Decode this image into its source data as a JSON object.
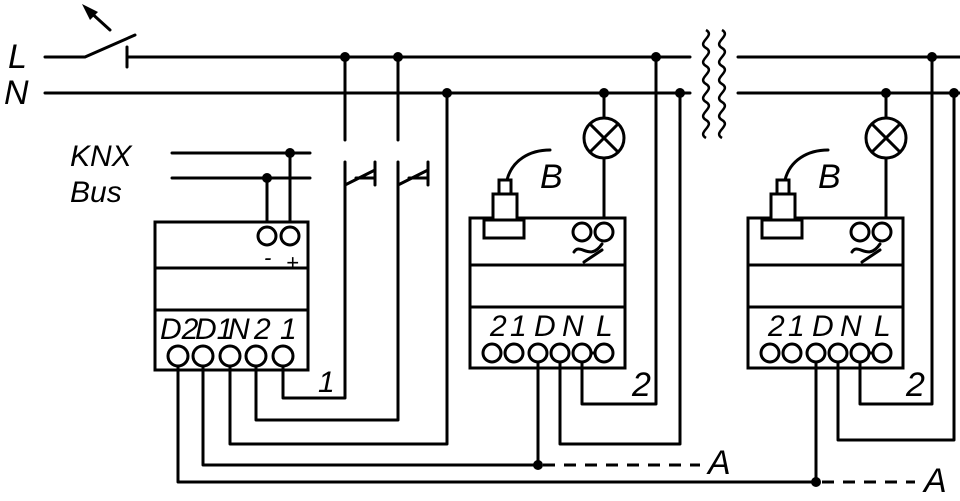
{
  "lines": {
    "phase": "L",
    "neutral": "N"
  },
  "bus": {
    "line1": "KNX",
    "line2": "Bus"
  },
  "actuator": {
    "polarity_minus": "-",
    "polarity_plus": "+",
    "terminals": [
      "D2",
      "D1",
      "N",
      "2",
      "1"
    ]
  },
  "dimmer_1": {
    "terminals": [
      "2",
      "1",
      "D",
      "N",
      "L"
    ],
    "sensor_label": "B"
  },
  "dimmer_2": {
    "terminals": [
      "2",
      "1",
      "D",
      "N",
      "L"
    ],
    "sensor_label": "B"
  },
  "wire_labels": {
    "w1": "1",
    "w2a": "2",
    "w2b": "2",
    "a1": "A",
    "a2": "A"
  }
}
